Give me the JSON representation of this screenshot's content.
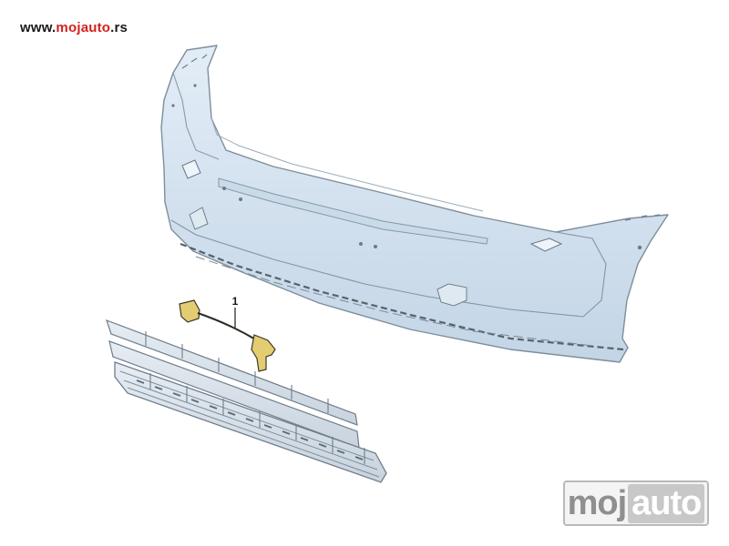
{
  "header": {
    "site_url_prefix": "www.",
    "site_url_brand": "mojauto",
    "site_url_suffix": ".rs"
  },
  "diagram": {
    "parts": [
      {
        "callout": "1",
        "part": "sensor-cable"
      }
    ]
  },
  "watermark": {
    "part1": "moj",
    "part2": "auto"
  },
  "colors": {
    "bumper_fill": "#d3e3f1",
    "bumper_stroke": "#7e8e9c",
    "grille_fill": "#d9e3ec",
    "grille_stroke": "#6f7d8a",
    "sensor_fill": "#e4cc73",
    "brand_red": "#d4201f"
  }
}
